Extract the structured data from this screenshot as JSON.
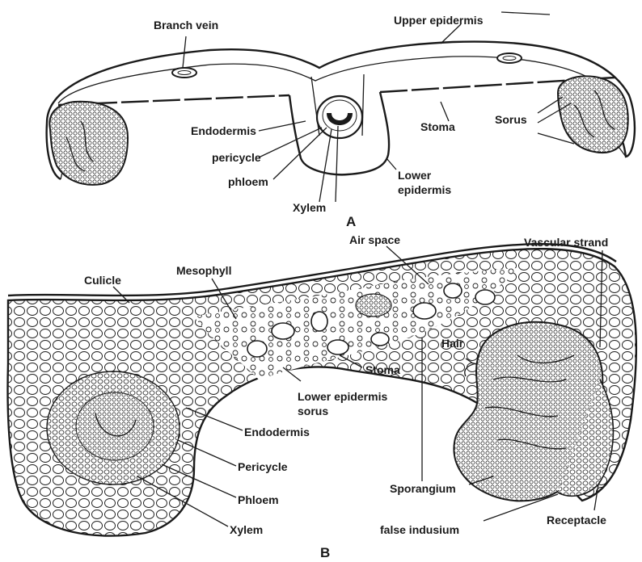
{
  "panel_a": {
    "panel_label": "A",
    "labels": {
      "branch_vein": "Branch vein",
      "upper_epidermis": "Upper epidermis",
      "endodermis": "Endodermis",
      "pericycle": "pericycle",
      "phloem": "phloem",
      "xylem": "Xylem",
      "stoma": "Stoma",
      "sorus": "Sorus",
      "lower_epidermis_1": "Lower",
      "lower_epidermis_2": "epidermis"
    }
  },
  "panel_b": {
    "panel_label": "B",
    "labels": {
      "cuticle": "Culicle",
      "mesophyll": "Mesophyll",
      "air_space": "Air space",
      "vascular_strand": "Vascular strand",
      "hair": "Hair",
      "stoma": "Stoma",
      "lower_epidermis": "Lower epidermis",
      "sorus": "sorus",
      "endodermis": "Endodermis",
      "pericycle": "Pericycle",
      "phloem": "Phloem",
      "xylem": "Xylem",
      "sporangium": "Sporangium",
      "false_indusium": "false indusium",
      "receptacle": "Receptacle"
    }
  }
}
